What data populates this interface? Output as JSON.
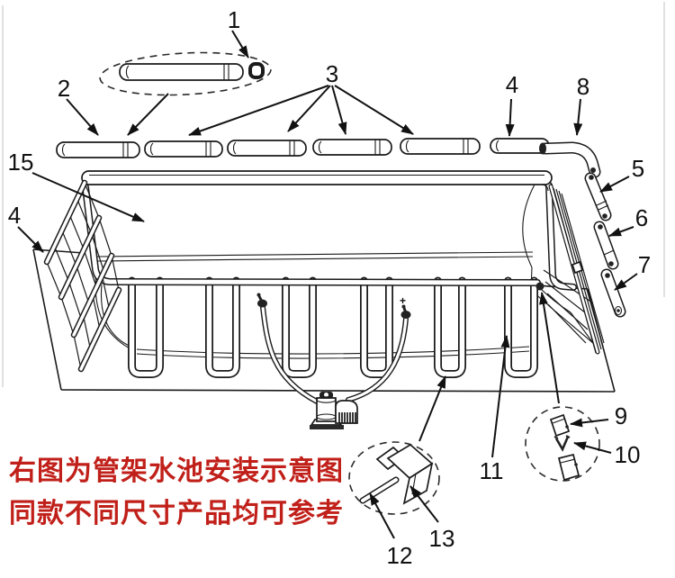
{
  "callouts": {
    "c1": "1",
    "c2": "2",
    "c3": "3",
    "c4_top": "4",
    "c4_left": "4",
    "c5": "5",
    "c6": "6",
    "c7": "7",
    "c8": "8",
    "c9": "9",
    "c10": "10",
    "c11": "11",
    "c12": "12",
    "c13": "13",
    "c15": "15"
  },
  "pump": {
    "plus_label": "+"
  },
  "annotation": {
    "line1": "右图为管架水池安装示意图",
    "line2": "同款不同尺寸产品均可参考",
    "color": "#c1201a"
  },
  "colors": {
    "diagram_line": "#1a1a1a",
    "annotation_red": "#c1201a",
    "background": "#ffffff"
  }
}
